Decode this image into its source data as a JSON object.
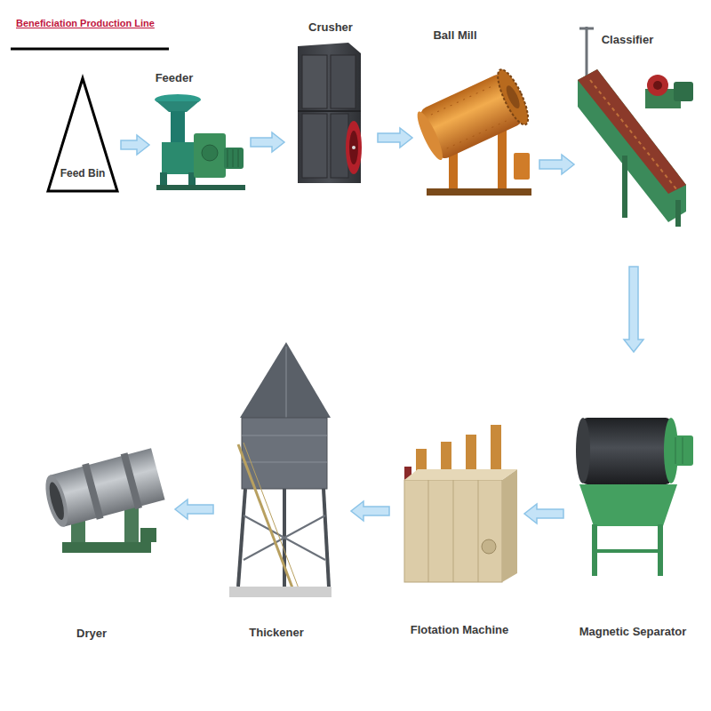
{
  "diagram": {
    "title": "Beneficiation Production Line",
    "nodes": [
      {
        "text": [
          "Feed Bin"
        ]
      },
      {
        "text": [
          "Feeder"
        ]
      },
      {
        "text": [
          "Crusher"
        ]
      },
      {
        "text": [
          "Ball Mill"
        ]
      },
      {
        "text": [
          "Classifier"
        ]
      },
      {
        "text": [
          "Magnetic Separator"
        ]
      },
      {
        "text": [
          "Flotation Machine"
        ]
      },
      {
        "text": [
          "Thickener"
        ]
      },
      {
        "text": [
          "Dryer"
        ]
      }
    ],
    "edges": [
      {
        "from": 0,
        "to": 1,
        "arrow": "to"
      },
      {
        "from": 1,
        "to": 2,
        "arrow": "to"
      },
      {
        "from": 2,
        "to": 3,
        "arrow": "to"
      },
      {
        "from": 3,
        "to": 4,
        "arrow": "to"
      },
      {
        "from": 4,
        "to": 5,
        "arrow": "to"
      },
      {
        "from": 5,
        "to": 6,
        "arrow": "to"
      },
      {
        "from": 6,
        "to": 7,
        "arrow": "to"
      },
      {
        "from": 7,
        "to": 8,
        "arrow": "to"
      }
    ]
  }
}
